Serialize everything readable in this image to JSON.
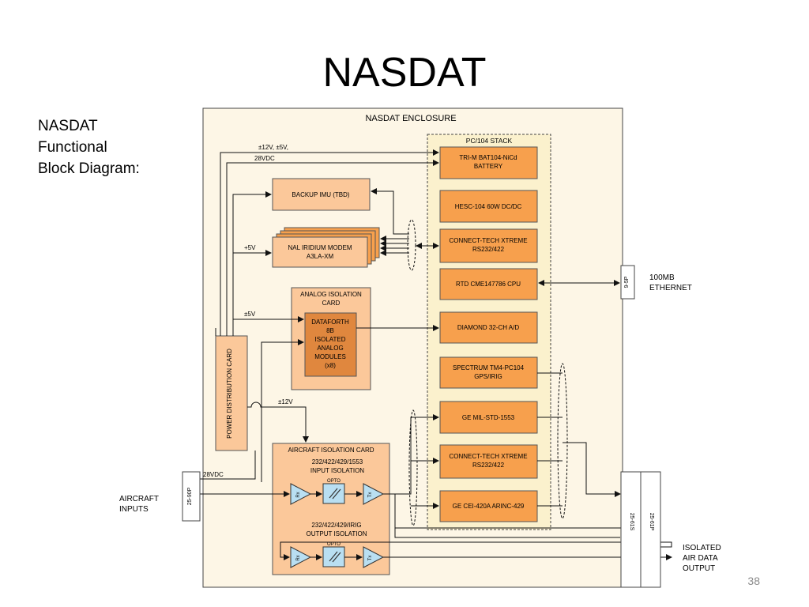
{
  "slide": {
    "title": "NASDAT",
    "caption_lines": [
      "NASDAT",
      "Functional",
      "Block Diagram:"
    ],
    "page_number": "38"
  },
  "diagram": {
    "enclosure_label": "NASDAT ENCLOSURE",
    "pc104": {
      "label": "PC/104 STACK",
      "modules": [
        [
          "TRI-M BAT104-NiCd",
          "BATTERY"
        ],
        [
          "HESC-104 60W DC/DC"
        ],
        [
          "CONNECT-TECH XTREME",
          "RS232/422"
        ],
        [
          "RTD CME147786 CPU"
        ],
        [
          "DIAMOND 32-CH A/D"
        ],
        [
          "SPECTRUM TM4-PC104",
          "GPS/IRIG"
        ],
        [
          "GE MIL-STD-1553"
        ],
        [
          "CONNECT-TECH XTREME",
          "RS232/422"
        ],
        [
          "GE CEI-420A ARINC-429"
        ]
      ]
    },
    "backup_imu": "BACKUP IMU (TBD)",
    "iridium": [
      "NAL IRIDIUM MODEM",
      "A3LA-XM"
    ],
    "analog_card": {
      "title": [
        "ANALOG ISOLATION",
        "CARD"
      ],
      "modules": [
        "DATAFORTH",
        "8B",
        "ISOLATED",
        "ANALOG",
        "MODULES",
        "(x8)"
      ]
    },
    "power_card": "POWER DISTRIBUTION CARD",
    "aircraft_card": {
      "title": "AIRCRAFT ISOLATION CARD",
      "input_label": [
        "232/422/429/1553",
        "INPUT ISOLATION"
      ],
      "output_label": [
        "232/422/429/IRIG",
        "OUTPUT  ISOLATION"
      ],
      "rx": "Rx",
      "tx": "Tx",
      "opto": "OPTO"
    },
    "wire_labels": {
      "pm12_pm5": "±12V, ±5V,",
      "v28dc": "28VDC",
      "p5v": "+5V",
      "pm5v": "±5V",
      "pm12v": "±12V",
      "v28dc_in": "28VDC"
    },
    "connectors": {
      "eth": "9-5P",
      "aircraft": "25-90P",
      "out_s": "25-61S",
      "out_p": "25-61P"
    },
    "external": {
      "ethernet": [
        "100MB",
        "ETHERNET"
      ],
      "aircraft_inputs": [
        "AIRCRAFT",
        "INPUTS"
      ],
      "isolated_output": [
        "ISOLATED",
        "AIR DATA",
        "OUTPUT"
      ]
    }
  },
  "colors": {
    "enclosure_fill": "#fdf6e6",
    "pc104_fill": "#fbf1cd",
    "module_fill": "#f7a04d",
    "light_fill": "#fbc89a",
    "dark_fill": "#e0873e",
    "line": "#111111"
  }
}
